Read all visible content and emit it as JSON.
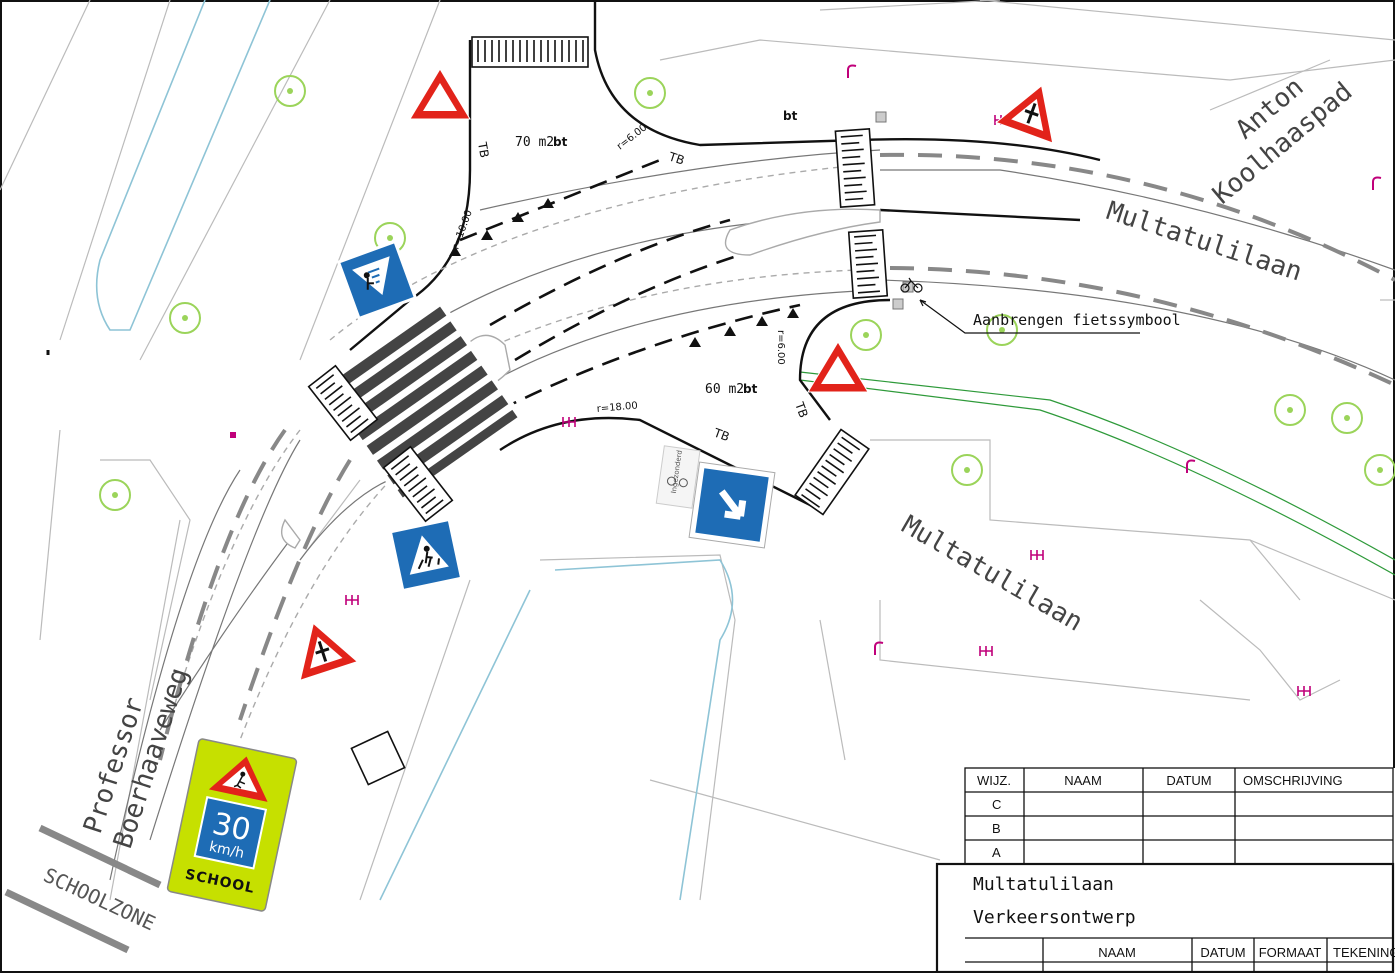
{
  "streets": {
    "multatulilaan_upper": "Multatulilaan",
    "multatulilaan_lower": "Multatulilaan",
    "anton_line1": "Anton",
    "anton_line2": "Koolhaaspad",
    "professor_line1": "Professor",
    "professor_line2": "Boerhaaveweg"
  },
  "annotations": {
    "area_upper": "70 m2",
    "area_lower": "60 m2",
    "bt_symbol": "bt",
    "tb": "TB",
    "radius_top": "r=6.00",
    "radius_left": "r=10.00",
    "radius_bottom": "r=18.00",
    "radius_right": "r=6.00",
    "bike_note": "Aanbrengen fietssymbool",
    "vergunning": "Ingezonderd"
  },
  "signs": {
    "speed_value": "30",
    "speed_unit": "km/h",
    "school_label": "SCHOOL",
    "schoolzone": "SCHOOLZONE"
  },
  "title_block": {
    "revision_headers": [
      "WIJZ.",
      "NAAM",
      "DATUM",
      "OMSCHRIJVING"
    ],
    "revisions": [
      "C",
      "B",
      "A"
    ],
    "project_line1": "Multatulilaan",
    "project_line2": "Verkeersontwerp",
    "footer_headers": [
      "NAAM",
      "DATUM",
      "FORMAAT",
      "TEKENING"
    ]
  },
  "colors": {
    "sign_red": "#e2231a",
    "sign_blue": "#1e6cb5",
    "school_yellow": "#c6e000",
    "tree_green": "#9bd45a",
    "water_blue": "#8ec4d6",
    "marker_magenta": "#c0007a",
    "lawn_green": "#2e9a3a"
  }
}
